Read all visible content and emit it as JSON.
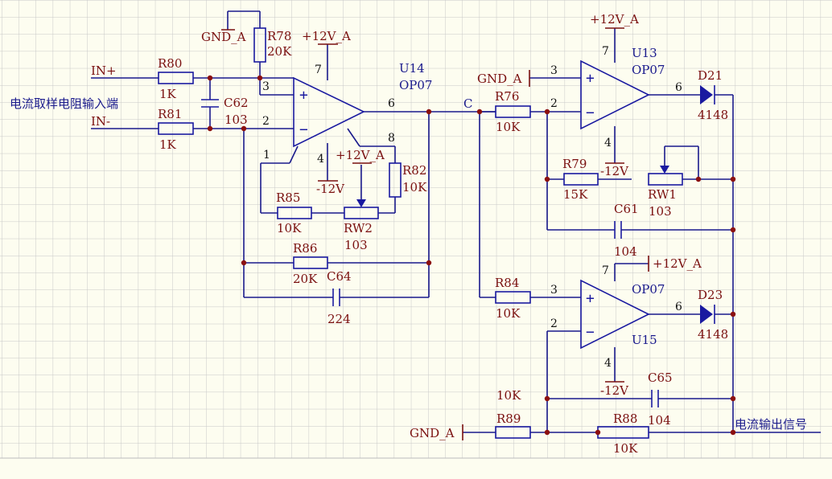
{
  "labels": {
    "input_title": "电流取样电阻输入端",
    "output_title": "电流输出信号",
    "in_plus": "IN+",
    "in_minus": "IN-",
    "node_c": "C"
  },
  "power": {
    "vcc": "+12V_A",
    "vee": "-12V",
    "gnd": "GND_A"
  },
  "resistors": [
    {
      "ref": "R80",
      "value": "1K"
    },
    {
      "ref": "R81",
      "value": "1K"
    },
    {
      "ref": "R78",
      "value": "20K"
    },
    {
      "ref": "R82",
      "value": "10K"
    },
    {
      "ref": "R85",
      "value": "10K"
    },
    {
      "ref": "R86",
      "value": "20K"
    },
    {
      "ref": "R76",
      "value": "10K"
    },
    {
      "ref": "R79",
      "value": "15K"
    },
    {
      "ref": "R84",
      "value": "10K"
    },
    {
      "ref": "R89",
      "value": "10K"
    },
    {
      "ref": "R88",
      "value": "10K"
    }
  ],
  "capacitors": [
    {
      "ref": "C62",
      "value": "103"
    },
    {
      "ref": "C64",
      "value": "224"
    },
    {
      "ref": "C61",
      "value": "104"
    },
    {
      "ref": "C65",
      "value": "104"
    }
  ],
  "pots": [
    {
      "ref": "RW2",
      "value": "103"
    },
    {
      "ref": "RW1",
      "value": "103"
    }
  ],
  "diodes": [
    {
      "ref": "D21",
      "value": "4148"
    },
    {
      "ref": "D23",
      "value": "4148"
    }
  ],
  "opamps": [
    {
      "ref": "U14",
      "part": "OP07"
    },
    {
      "ref": "U13",
      "part": "OP07"
    },
    {
      "ref": "U15",
      "part": "OP07"
    }
  ],
  "pins": {
    "p1": "1",
    "p2": "2",
    "p3": "3",
    "p4": "4",
    "p6": "6",
    "p7": "7",
    "p8": "8"
  },
  "signs": {
    "plus": "+",
    "minus": "−"
  },
  "colors": {
    "background": "#fdfdf0",
    "grid": "#c8c8c8",
    "wire": "#1a1a8c",
    "junction": "#8b1010",
    "power_symbol": "#7a1010"
  }
}
